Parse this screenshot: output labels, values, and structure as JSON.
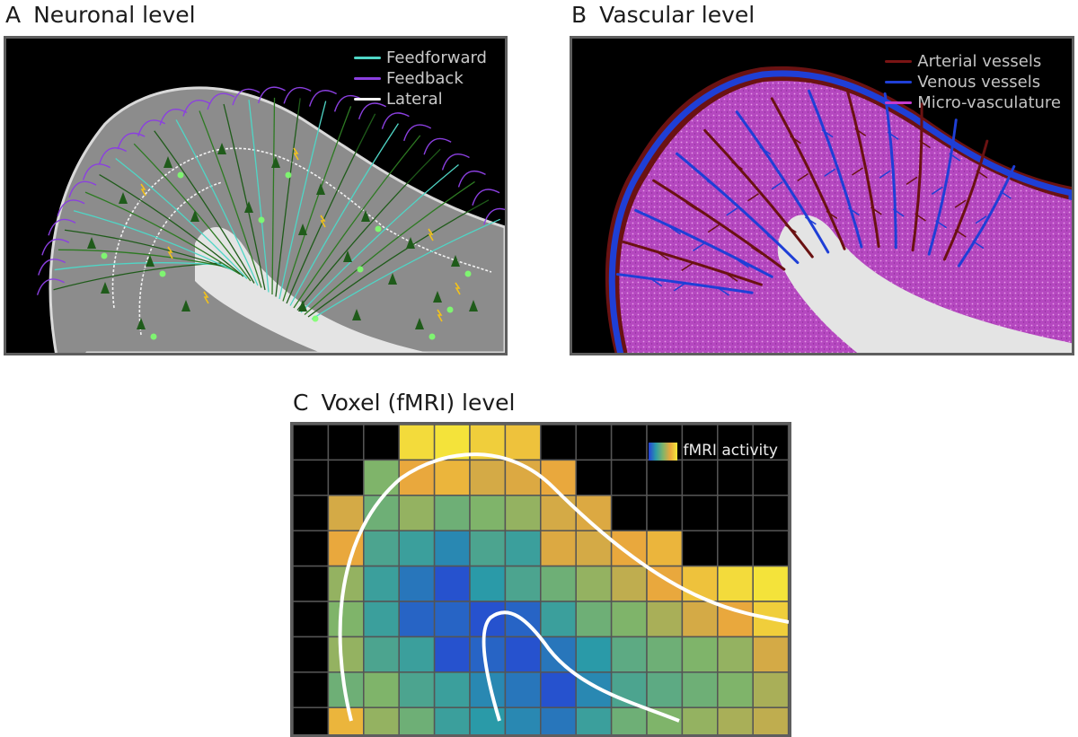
{
  "panels": {
    "a": {
      "letter": "A",
      "title": "Neuronal level",
      "legend": [
        {
          "label": "Feedforward",
          "color": "#4fd6c6"
        },
        {
          "label": "Feedback",
          "color": "#8b3fe0"
        },
        {
          "label": "Lateral",
          "color": "#f2f2f2"
        }
      ]
    },
    "b": {
      "letter": "B",
      "title": "Vascular level",
      "legend": [
        {
          "label": "Arterial vessels",
          "color": "#7a1414"
        },
        {
          "label": "Venous vessels",
          "color": "#1f3fd6"
        },
        {
          "label": "Micro-vasculature",
          "color": "#c43ccf"
        }
      ]
    },
    "c": {
      "letter": "C",
      "title": "Voxel (fMRI) level",
      "legend_label": "fMRI activity",
      "colormap": [
        "#2540d8",
        "#2a9aa8",
        "#7fb46a",
        "#e9a83d",
        "#f5e83a"
      ]
    }
  },
  "colors": {
    "frame_border": "#5e5e5e",
    "cortex_gray": "#8c8c8c",
    "white_matter": "#e4e4e4",
    "neuron_green": "#1f5b1a",
    "glow_green": "#7dff6e",
    "spark_yellow": "#f2c21b",
    "grid_line": "#555555"
  }
}
